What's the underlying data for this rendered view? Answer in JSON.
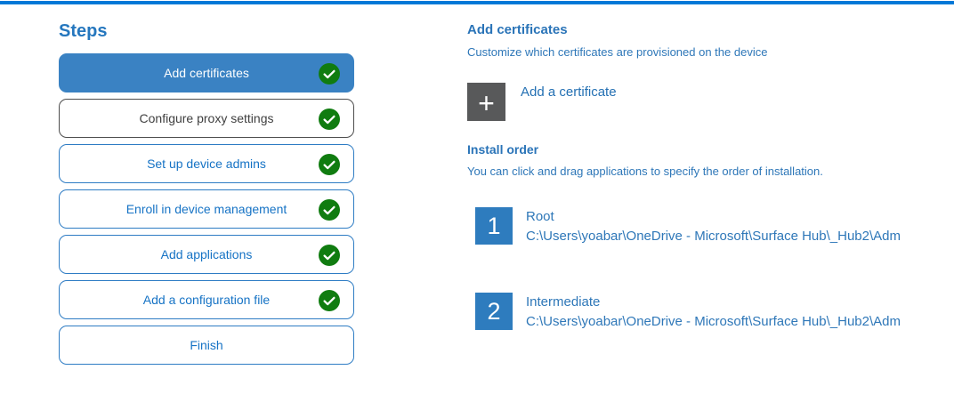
{
  "colors": {
    "top_bar": "#0078d7",
    "active_step_bg": "#3a82c3",
    "step_blue_border": "#2e7cc4",
    "step_blue_text": "#1673c5",
    "neutral_step_border": "#4d4d4d",
    "neutral_step_text": "#3f3f3f",
    "check_green": "#107c10",
    "plus_tile_gray": "#58595a",
    "order_square_blue": "#2e7cbe",
    "body_text_blue": "#2e77b8"
  },
  "sidebar": {
    "title": "Steps",
    "steps": [
      {
        "label": "Add certificates",
        "state": "active",
        "checked": true
      },
      {
        "label": "Configure proxy settings",
        "state": "neutral",
        "checked": true
      },
      {
        "label": "Set up device admins",
        "state": "blue",
        "checked": true
      },
      {
        "label": "Enroll in device management",
        "state": "blue",
        "checked": true
      },
      {
        "label": "Add applications",
        "state": "blue",
        "checked": true
      },
      {
        "label": "Add a configuration file",
        "state": "blue",
        "checked": true
      },
      {
        "label": "Finish",
        "state": "blue",
        "checked": false
      }
    ]
  },
  "main": {
    "section_title": "Add certificates",
    "section_subtitle": "Customize which certificates are provisioned on the device",
    "add_certificate_label": "Add a certificate",
    "install_order": {
      "title": "Install order",
      "subtitle": "You can click and drag applications to specify the order of installation.",
      "items": [
        {
          "order": "1",
          "name": "Root",
          "path": "C:\\Users\\yoabar\\OneDrive - Microsoft\\Surface Hub\\_Hub2\\Adm"
        },
        {
          "order": "2",
          "name": "Intermediate",
          "path": "C:\\Users\\yoabar\\OneDrive - Microsoft\\Surface Hub\\_Hub2\\Adm"
        }
      ]
    }
  }
}
